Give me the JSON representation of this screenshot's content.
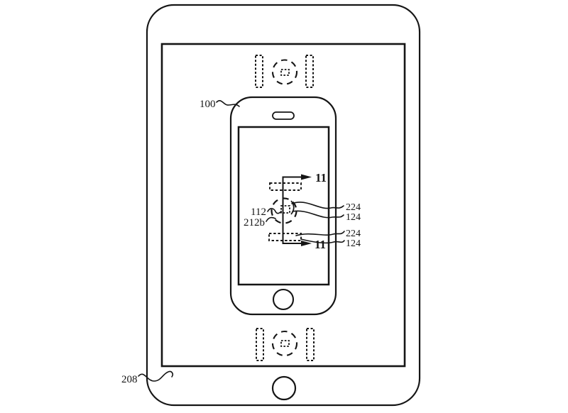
{
  "figure": {
    "description": "Patent-style line drawing of a phone resting on a tablet with inductive alignment markers",
    "colors": {
      "background": "#ffffff",
      "line": "#151515"
    },
    "reference_labels": {
      "phone": "100",
      "tablet": "208",
      "alignment_circle": "112",
      "magnet": "212b",
      "section_top": "11",
      "section_bottom": "11",
      "upper_224": "224",
      "upper_124": "124",
      "lower_224": "224",
      "lower_124": "124"
    }
  }
}
